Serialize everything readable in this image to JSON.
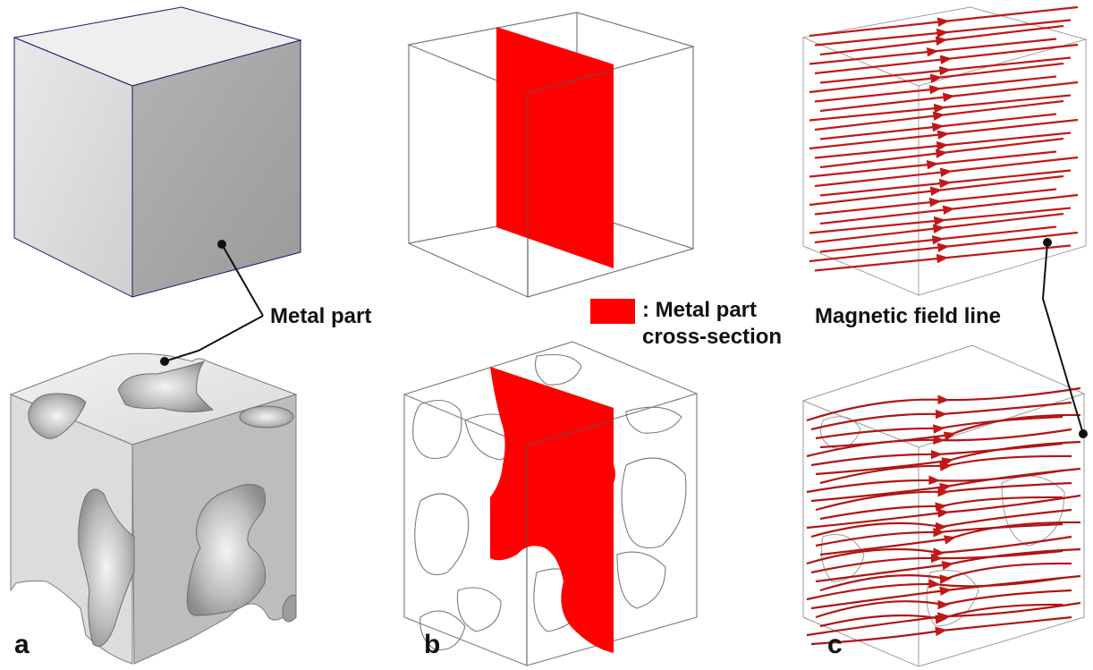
{
  "labels": {
    "metal_part": "Metal part",
    "magnetic_field_line": "Magnetic field line",
    "legend_line1": ": Metal part",
    "legend_line2": "cross-section",
    "panel_a": "a",
    "panel_b": "b",
    "panel_c": "c"
  },
  "colors": {
    "metal_light": "#dedede",
    "metal_top": "#eaeaea",
    "metal_dark": "#a9a9a9",
    "hole_fill": "#c4c4c4",
    "cross_section": "#ff0000",
    "field_line": "#c01818",
    "box_line": "#7a7a7a",
    "cube_edge": "#1c1c66",
    "text": "#111111"
  },
  "icons": [
    "legend-swatch-icon",
    "leader-dot-icon",
    "arrowhead-icon"
  ]
}
